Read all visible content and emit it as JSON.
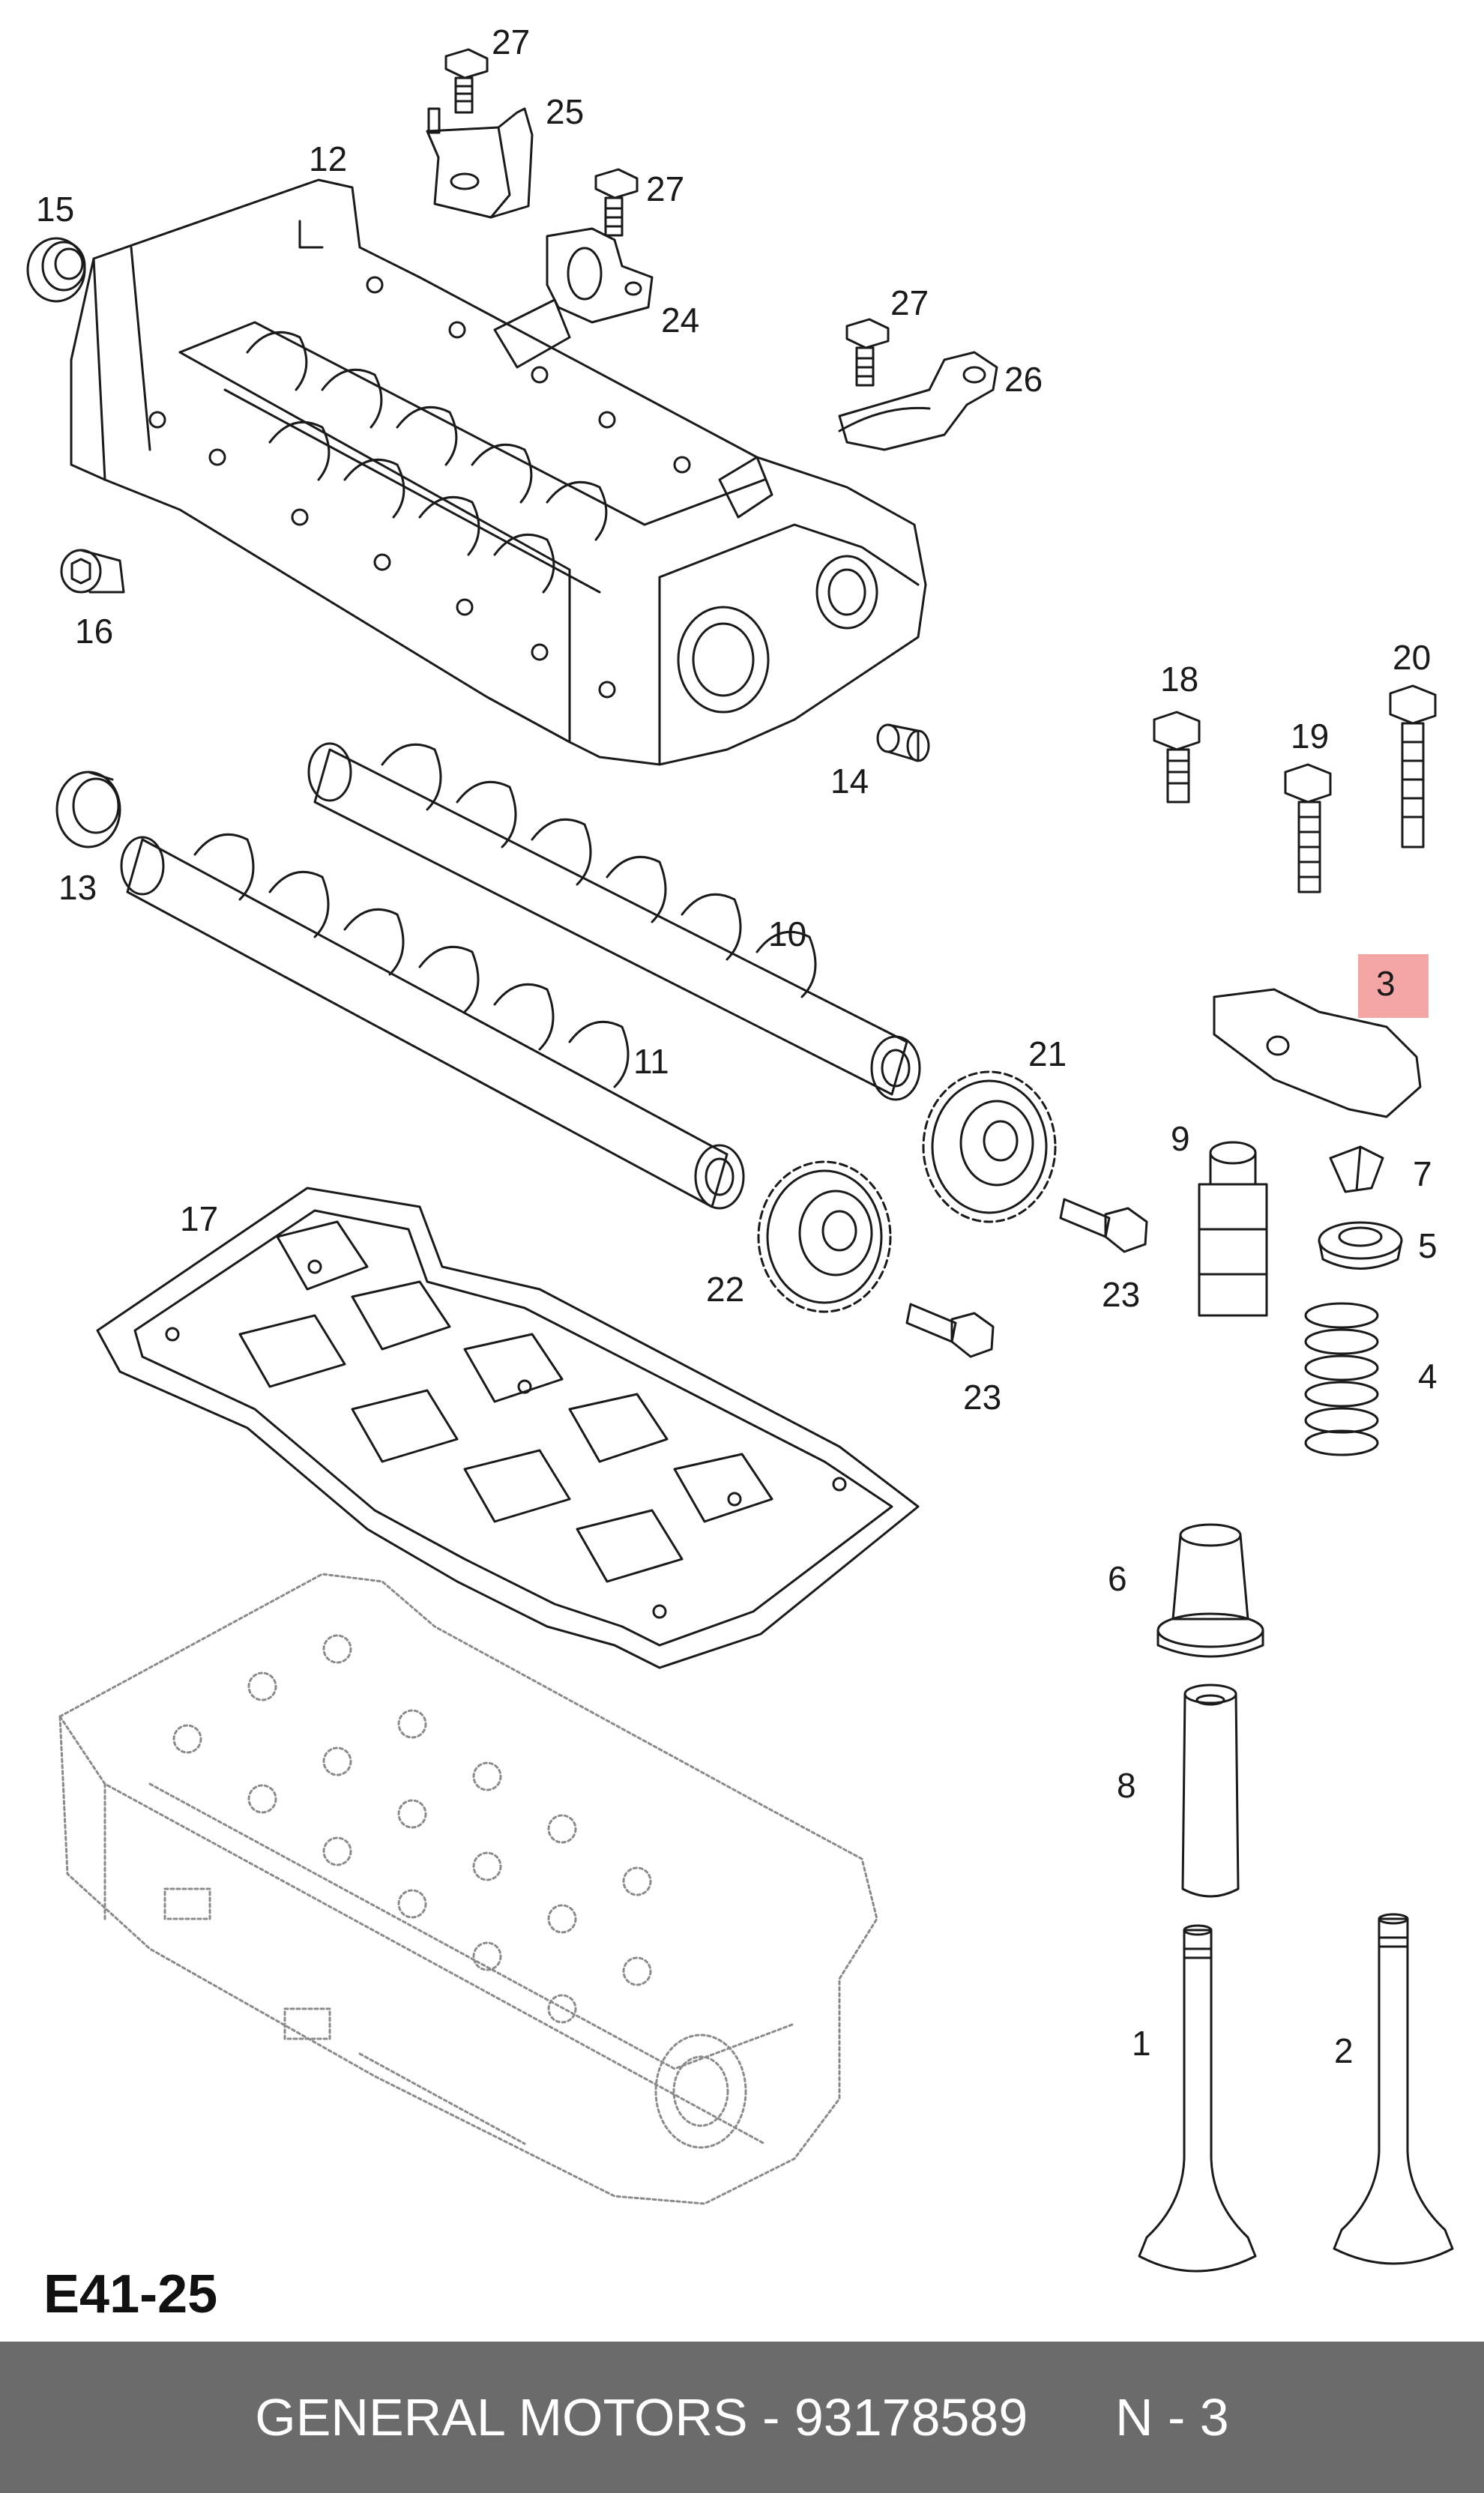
{
  "diagram": {
    "code": "E41-25",
    "highlight_color": "#f4a6a6",
    "line_color": "#1a1a1a",
    "callouts": [
      {
        "id": "c27a",
        "label": "27"
      },
      {
        "id": "c25",
        "label": "25"
      },
      {
        "id": "c27b",
        "label": "27"
      },
      {
        "id": "c12",
        "label": "12"
      },
      {
        "id": "c15",
        "label": "15"
      },
      {
        "id": "c24",
        "label": "24"
      },
      {
        "id": "c27c",
        "label": "27"
      },
      {
        "id": "c26",
        "label": "26"
      },
      {
        "id": "c16",
        "label": "16"
      },
      {
        "id": "c18",
        "label": "18"
      },
      {
        "id": "c20",
        "label": "20"
      },
      {
        "id": "c19",
        "label": "19"
      },
      {
        "id": "c14",
        "label": "14"
      },
      {
        "id": "c13",
        "label": "13"
      },
      {
        "id": "c10",
        "label": "10"
      },
      {
        "id": "c3",
        "label": "3"
      },
      {
        "id": "c21",
        "label": "21"
      },
      {
        "id": "c11",
        "label": "11"
      },
      {
        "id": "c9",
        "label": "9"
      },
      {
        "id": "c7",
        "label": "7"
      },
      {
        "id": "c17",
        "label": "17"
      },
      {
        "id": "c5",
        "label": "5"
      },
      {
        "id": "c23a",
        "label": "23"
      },
      {
        "id": "c22",
        "label": "22"
      },
      {
        "id": "c4",
        "label": "4"
      },
      {
        "id": "c23b",
        "label": "23"
      },
      {
        "id": "c6",
        "label": "6"
      },
      {
        "id": "c8",
        "label": "8"
      },
      {
        "id": "c1",
        "label": "1"
      },
      {
        "id": "c2",
        "label": "2"
      }
    ]
  },
  "footer": {
    "brand_part": "GENERAL MOTORS - 93178589",
    "position_label": "N - 3",
    "background": "#6b6b6b"
  }
}
